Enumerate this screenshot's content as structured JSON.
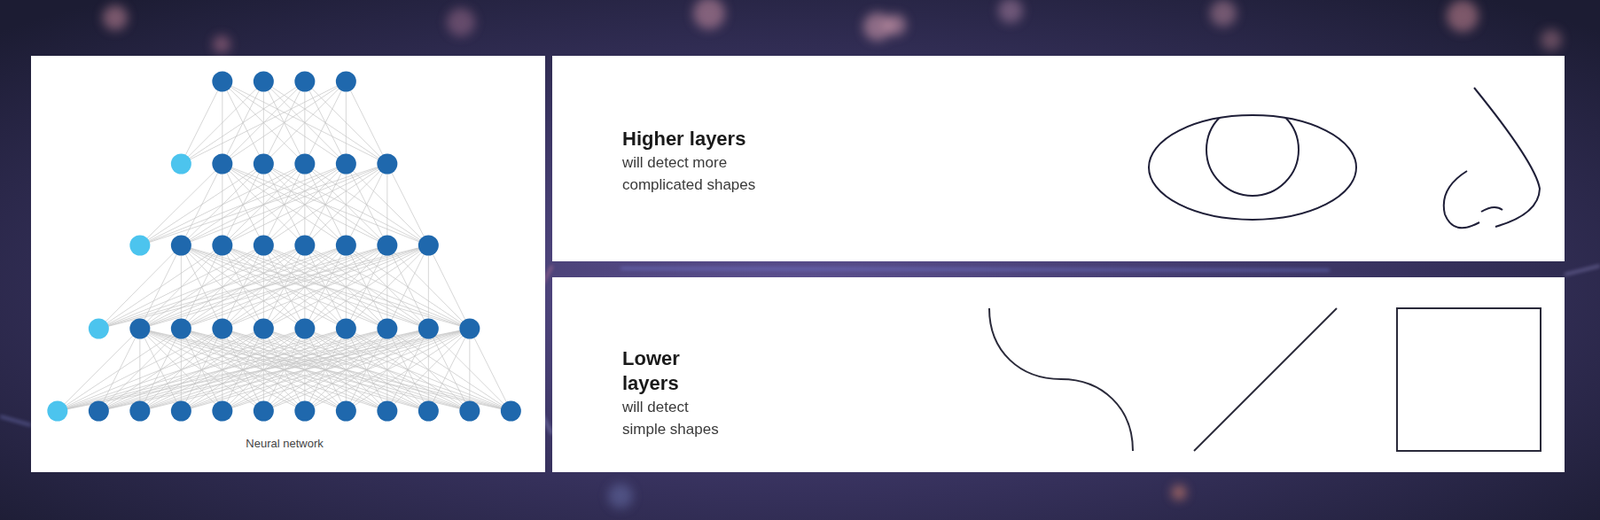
{
  "diagram": {
    "nodes": [
      {
        "text": [
          "Neural network"
        ]
      },
      {
        "text": [
          "Higher layers",
          "will detect more complicated shapes"
        ]
      },
      {
        "text": [
          "Lower layers",
          "will detect simple shapes"
        ]
      }
    ]
  }
}
